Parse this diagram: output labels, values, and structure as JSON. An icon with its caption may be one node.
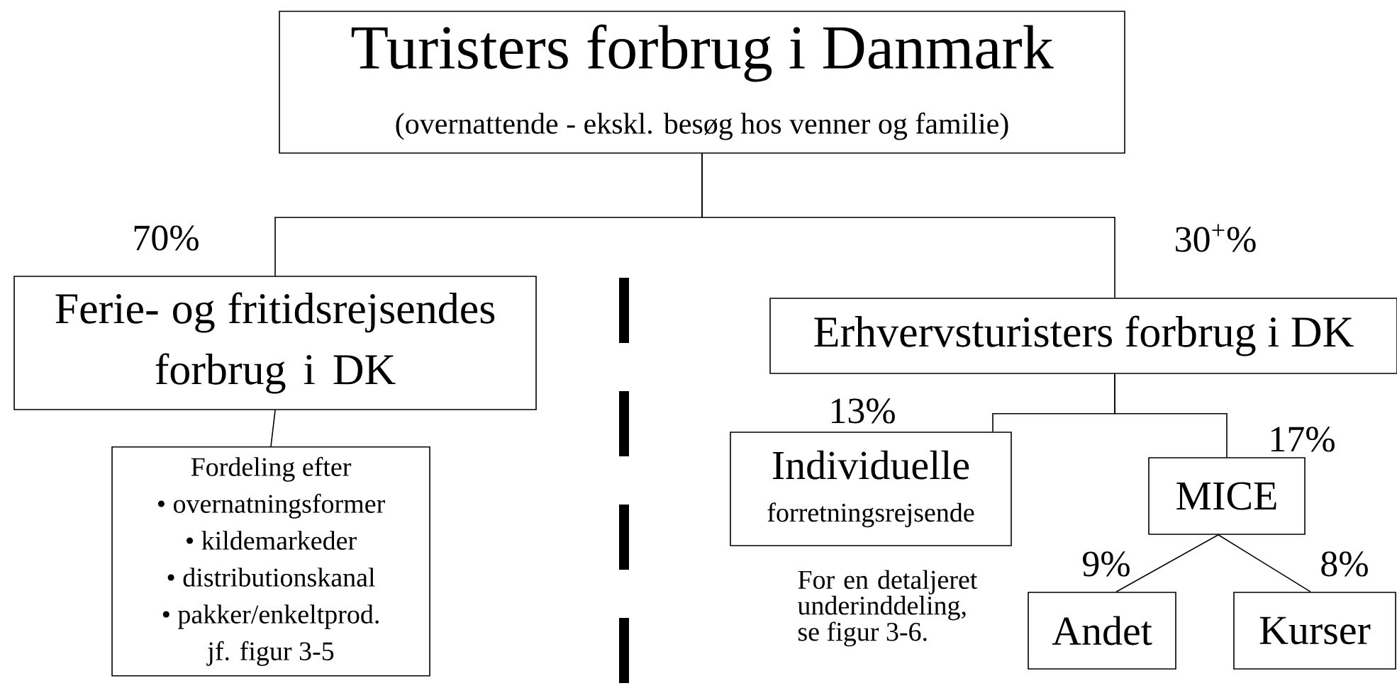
{
  "diagram": {
    "nodes": [
      {
        "text": [
          "Turisters forbrug i Danmark",
          "(overnattende - ekskl. besøg hos venner og familie)"
        ]
      },
      {
        "text": [
          "Ferie- og fritidsrejsendes forbrug i DK"
        ]
      },
      {
        "text": [
          "Fordeling efter",
          "• overnatningsformer",
          "• kildemarkeder",
          "• distributionskanal",
          "• pakker/enkeltprod.",
          "jf. figur 3-5"
        ]
      },
      {
        "text": [
          "Erhvervsturisters forbrug i DK"
        ]
      },
      {
        "text": [
          "Individuelle",
          "forretningsrejsende"
        ]
      },
      {
        "text": [
          "MICE"
        ]
      },
      {
        "text": [
          "Andet"
        ]
      },
      {
        "text": [
          "Kurser"
        ]
      }
    ],
    "edges": [
      {
        "from": 0,
        "to": 1,
        "arrow": "none",
        "label": "70%"
      },
      {
        "from": 0,
        "to": 3,
        "arrow": "none",
        "label": "30$^{+}$%"
      },
      {
        "from": 1,
        "to": 2,
        "arrow": "none"
      },
      {
        "from": 3,
        "to": 4,
        "arrow": "none",
        "label": "13%"
      },
      {
        "from": 3,
        "to": 5,
        "arrow": "none",
        "label": "17%"
      },
      {
        "from": 5,
        "to": 6,
        "arrow": "none",
        "label": "9%"
      },
      {
        "from": 5,
        "to": 7,
        "arrow": "none",
        "label": "8%"
      }
    ],
    "labels": [
      "For en detaljeret underinddeling, se figur 3-6."
    ]
  }
}
